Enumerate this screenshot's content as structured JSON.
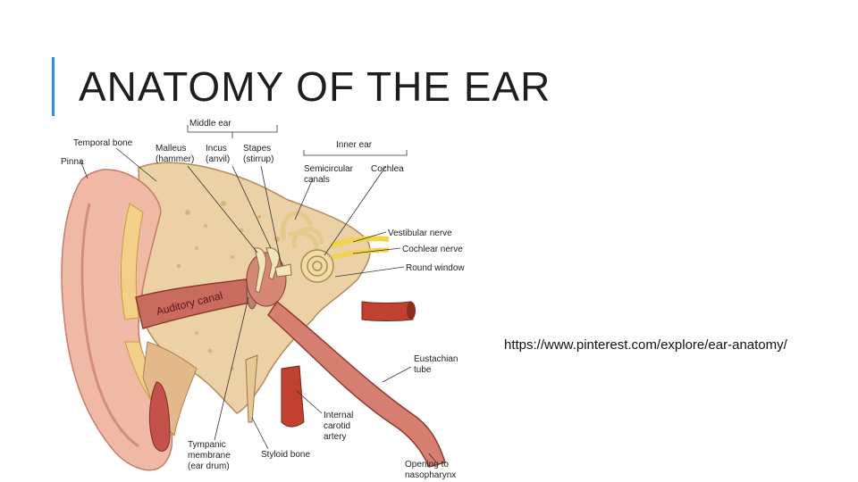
{
  "slide": {
    "title": "ANATOMY OF THE EAR",
    "source": "https://www.pinterest.com/explore/ear-anatomy/"
  },
  "colors": {
    "accent": "#3a8fd0",
    "skin": "#eeb7a3",
    "bone": "#e9cfa2",
    "canal": "#c96b5e",
    "artery": "#c0412f",
    "nerve": "#f2d34a"
  },
  "diagram": {
    "labels": {
      "middle_ear": "Middle ear",
      "temporal_bone": "Temporal bone",
      "pinna": "Pinna",
      "malleus_1": "Malleus",
      "malleus_2": "(hammer)",
      "incus_1": "Incus",
      "incus_2": "(anvil)",
      "stapes_1": "Stapes",
      "stapes_2": "(stirrup)",
      "inner_ear": "Inner ear",
      "semicircular_1": "Semicircular",
      "semicircular_2": "canals",
      "cochlea": "Cochlea",
      "vestibular_nerve": "Vestibular nerve",
      "cochlear_nerve": "Cochlear nerve",
      "round_window": "Round window",
      "auditory_canal": "Auditory canal",
      "eustachian_1": "Eustachian",
      "eustachian_2": "tube",
      "carotid_1": "Internal",
      "carotid_2": "carotid",
      "carotid_3": "artery",
      "tympanic_1": "Tympanic",
      "tympanic_2": "membrane",
      "tympanic_3": "(ear drum)",
      "styloid": "Styloid bone",
      "opening_1": "Opening to",
      "opening_2": "nasopharynx"
    }
  }
}
